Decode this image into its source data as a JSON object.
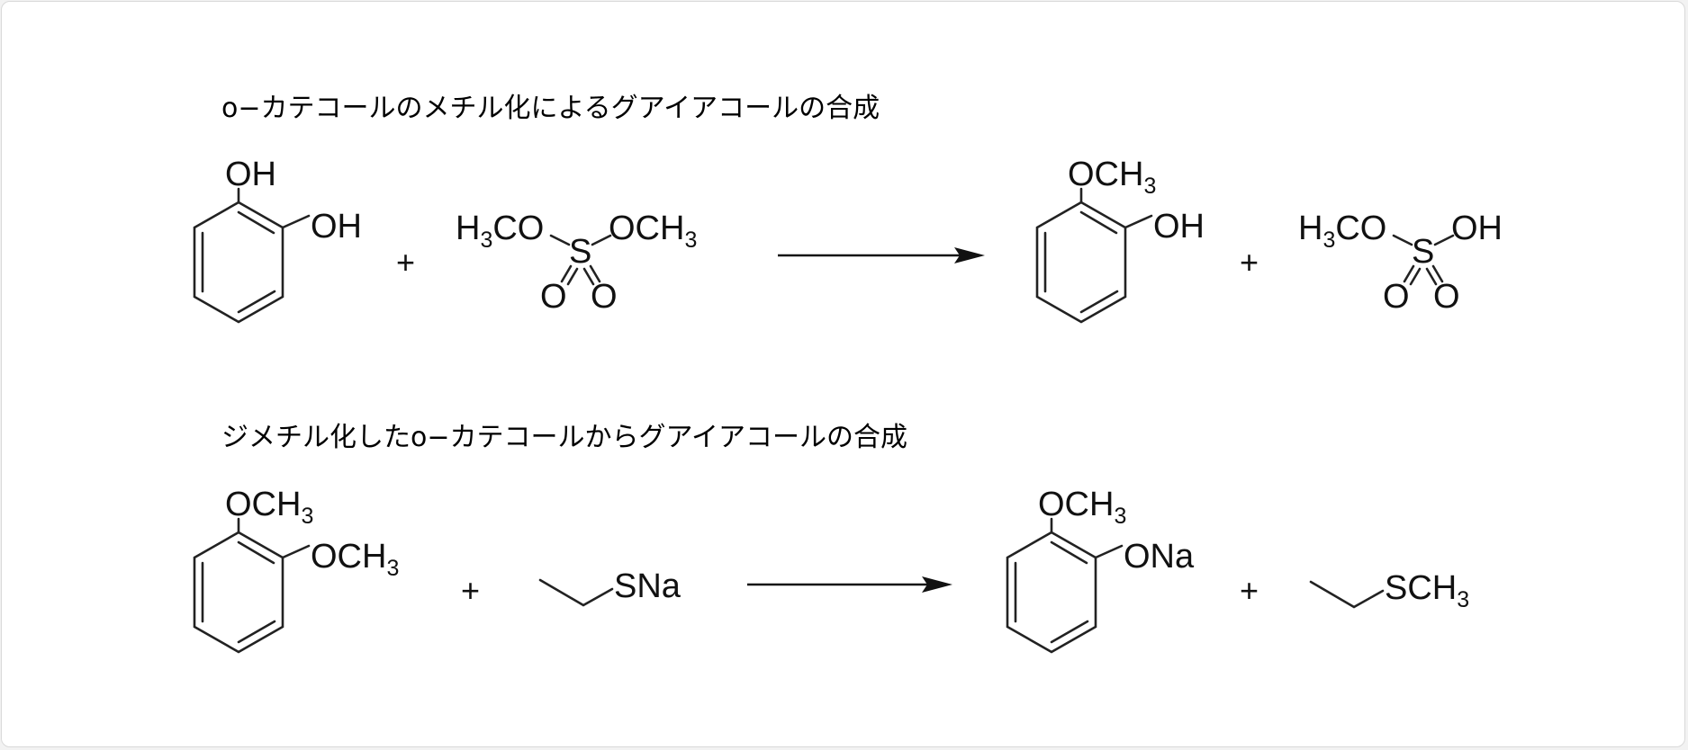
{
  "reactions": [
    {
      "title": "o−カテコールのメチル化によるグアイアコールの合成",
      "reactant1": {
        "sub1": "OH",
        "sub2": "OH"
      },
      "reactant2": {
        "left": "H",
        "left_sub": "3",
        "left_tail": "CO",
        "center": "S",
        "right": "OCH",
        "right_sub": "3",
        "oxo1": "O",
        "oxo2": "O"
      },
      "product1": {
        "sub1_main": "OCH",
        "sub1_sub": "3",
        "sub2": "OH"
      },
      "product2": {
        "left": "H",
        "left_sub": "3",
        "left_tail": "CO",
        "center": "S",
        "right": "OH",
        "oxo1": "O",
        "oxo2": "O"
      },
      "plus": "+"
    },
    {
      "title": "ジメチル化したo−カテコールからグアイアコールの合成",
      "reactant1": {
        "sub1_main": "OCH",
        "sub1_sub": "3",
        "sub2_main": "OCH",
        "sub2_sub": "3"
      },
      "reactant2": {
        "label": "SNa"
      },
      "product1": {
        "sub1_main": "OCH",
        "sub1_sub": "3",
        "sub2": "ONa"
      },
      "product2": {
        "label_main": "SCH",
        "label_sub": "3"
      },
      "plus": "+"
    }
  ]
}
